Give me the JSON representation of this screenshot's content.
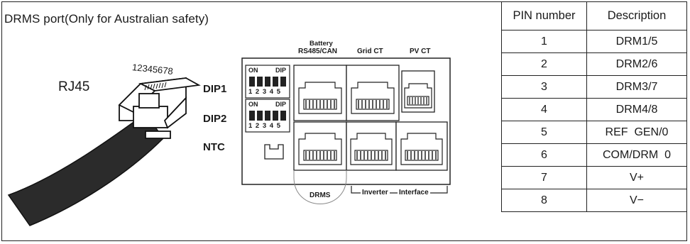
{
  "title": "DRMS port(Only for Australian safety)",
  "connector": {
    "name": "RJ45",
    "pin_numbers": "12345678"
  },
  "panel": {
    "dip1": "DIP1",
    "dip2": "DIP2",
    "ntc": "NTC",
    "switch_on": "ON",
    "switch_dip": "DIP",
    "switch_numbers": "1 2 3 4 5",
    "battery_line1": "Battery",
    "battery_line2": "RS485/CAN",
    "grid_ct": "Grid CT",
    "pv_ct": "PV CT",
    "drms": "DRMS",
    "inverter": "Inverter",
    "interface": "Interface"
  },
  "table": {
    "headers": [
      "PIN number",
      "Description"
    ],
    "rows": [
      {
        "pin": "1",
        "desc": "DRM1/5"
      },
      {
        "pin": "2",
        "desc": "DRM2/6"
      },
      {
        "pin": "3",
        "desc": "DRM3/7"
      },
      {
        "pin": "4",
        "desc": "DRM4/8"
      },
      {
        "pin": "5",
        "desc": "REF  GEN/0"
      },
      {
        "pin": "6",
        "desc": "COM/DRM  0"
      },
      {
        "pin": "7",
        "desc": "V+"
      },
      {
        "pin": "8",
        "desc": "V−"
      }
    ]
  }
}
